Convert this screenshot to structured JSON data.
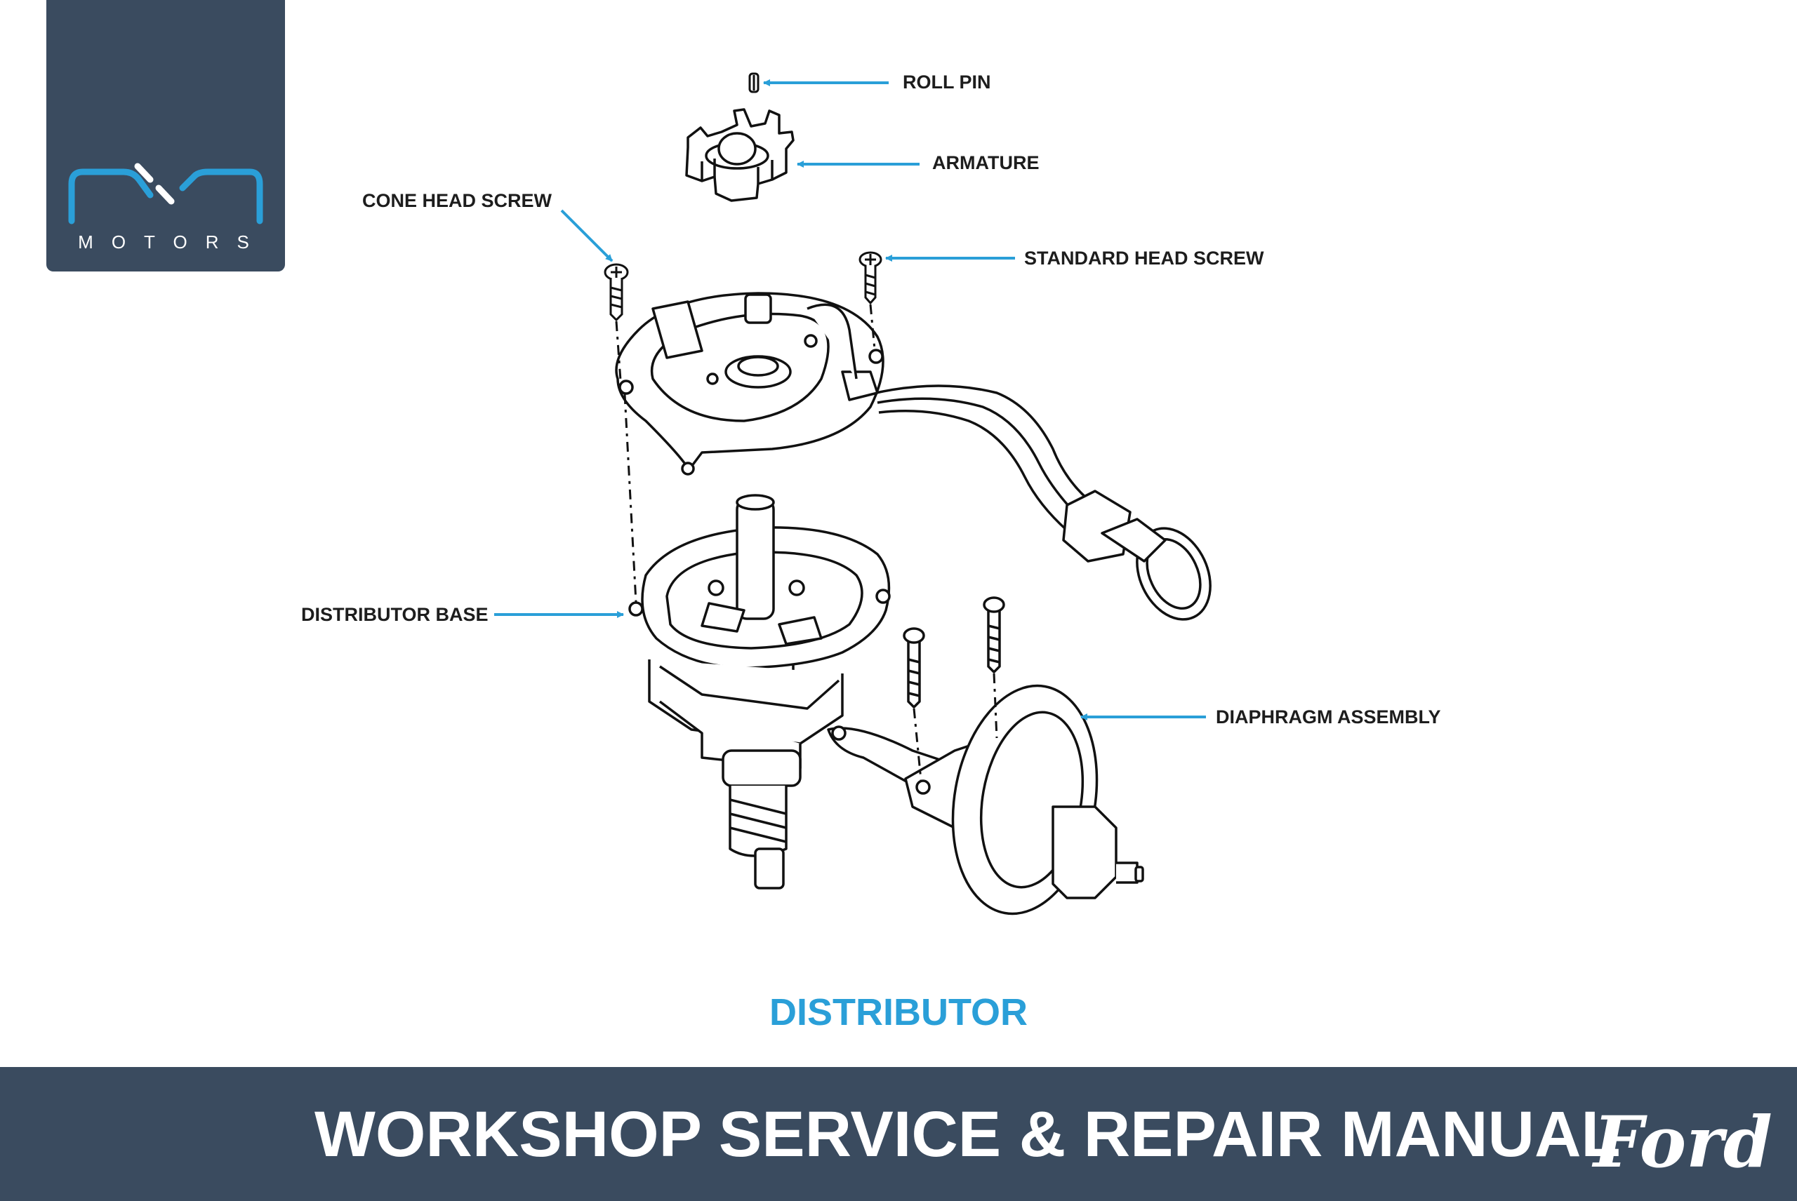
{
  "brand": {
    "logo_text": "MOTORS",
    "accent_color": "#2a9fd8",
    "panel_color": "#3a4b5f"
  },
  "diagram": {
    "labels": {
      "roll_pin": "ROLL PIN",
      "armature": "ARMATURE",
      "cone_head_screw": "CONE HEAD SCREW",
      "standard_head_screw": "STANDARD HEAD SCREW",
      "distributor_base": "DISTRIBUTOR BASE",
      "diaphragm_assembly": "DIAPHRAGM ASSEMBLY"
    },
    "caption": "DISTRIBUTOR"
  },
  "footer": {
    "title": "WORKSHOP SERVICE & REPAIR MANUAL",
    "manufacturer_logo": "Ford"
  }
}
